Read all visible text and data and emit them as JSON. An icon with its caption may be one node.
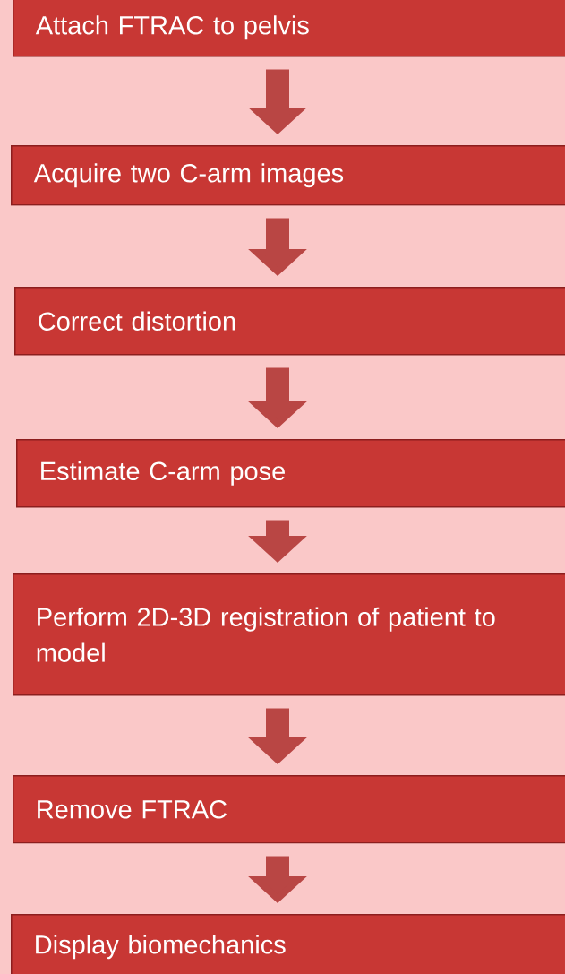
{
  "diagram": {
    "nodes": [
      {
        "text": [
          "Attach FTRAC to pelvis"
        ]
      },
      {
        "text": [
          "Acquire two C-arm images"
        ]
      },
      {
        "text": [
          "Correct distortion"
        ]
      },
      {
        "text": [
          "Estimate C-arm pose"
        ]
      },
      {
        "text": [
          "Perform 2D-3D registration of patient to model"
        ]
      },
      {
        "text": [
          "Remove FTRAC"
        ]
      },
      {
        "text": [
          "Display biomechanics"
        ]
      }
    ],
    "edges": [
      {
        "from": 0,
        "to": 1,
        "arrow": "to"
      },
      {
        "from": 1,
        "to": 2,
        "arrow": "to"
      },
      {
        "from": 2,
        "to": 3,
        "arrow": "to"
      },
      {
        "from": 3,
        "to": 4,
        "arrow": "to"
      },
      {
        "from": 4,
        "to": 5,
        "arrow": "to"
      },
      {
        "from": 5,
        "to": 6,
        "arrow": "to"
      }
    ]
  }
}
